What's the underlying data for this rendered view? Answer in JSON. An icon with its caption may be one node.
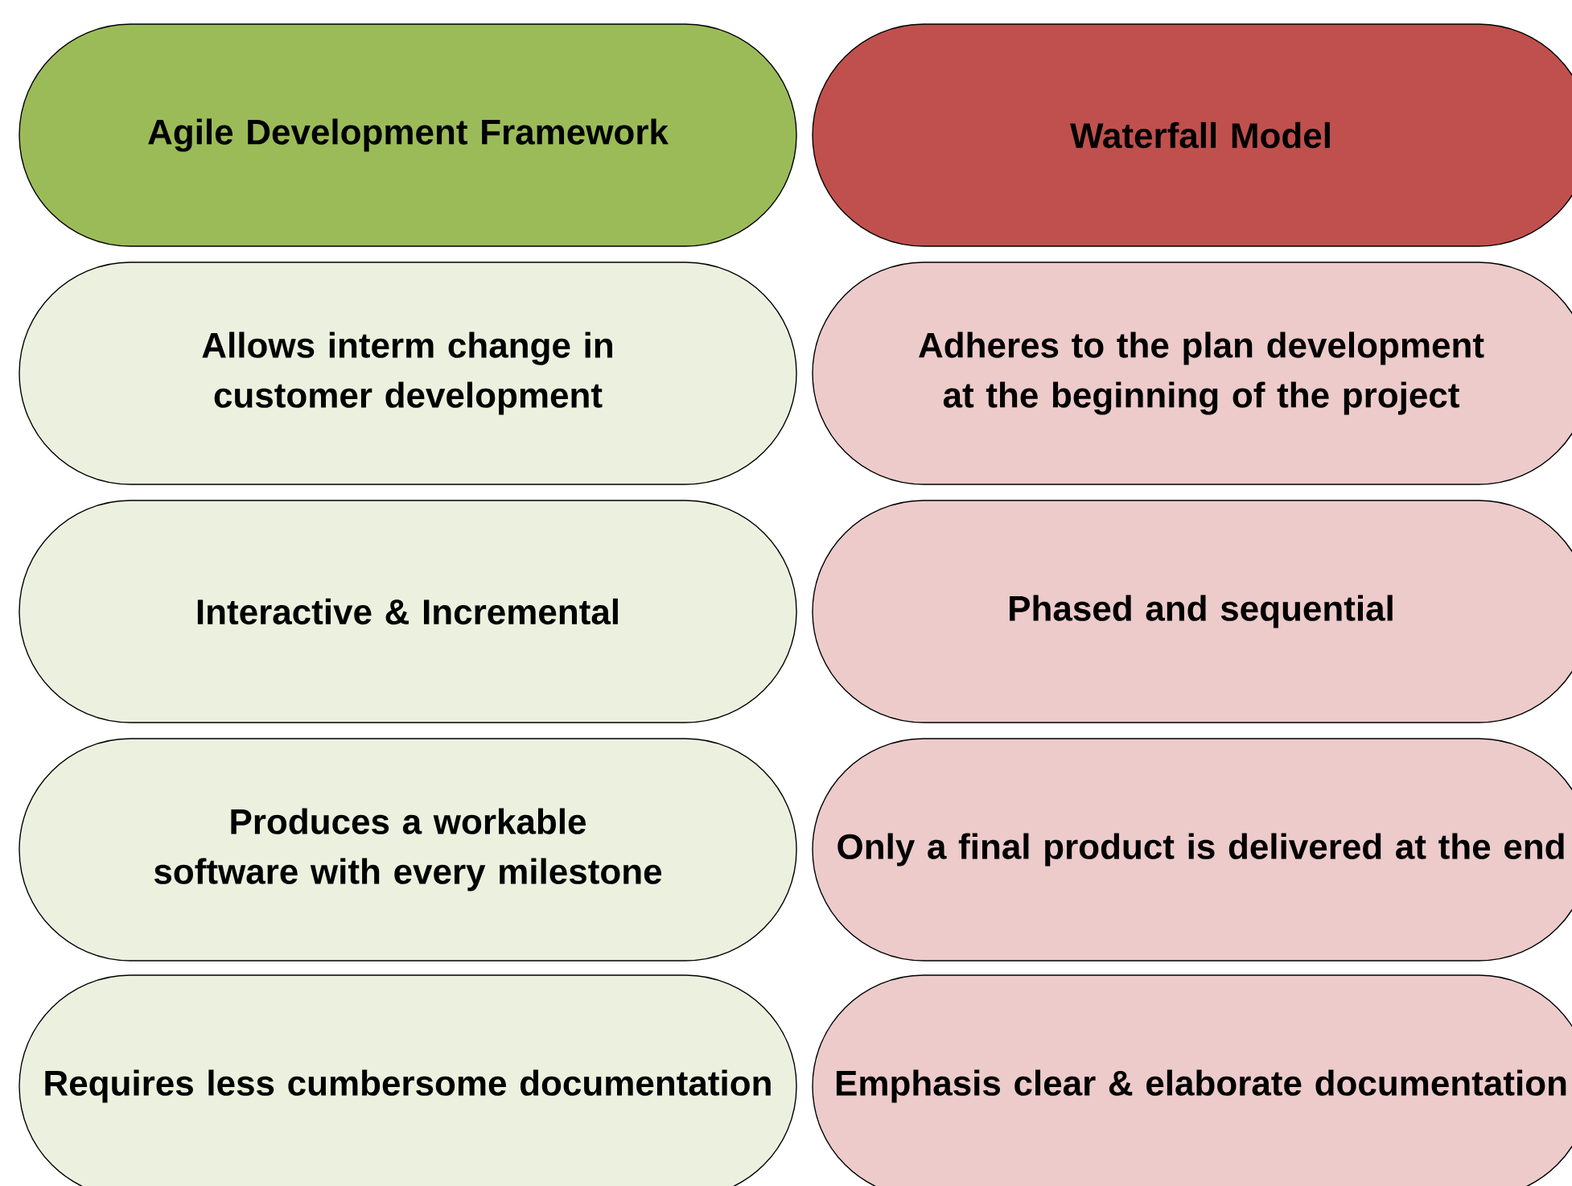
{
  "diagram": {
    "nodes": [
      {
        "text": [
          "Agile Development Framework"
        ]
      },
      {
        "text": [
          "Waterfall Model"
        ]
      },
      {
        "text": [
          "Allows interm change in customer development"
        ]
      },
      {
        "text": [
          "Adheres to the plan development at the beginning of the project"
        ]
      },
      {
        "text": [
          "Interactive & Incremental"
        ]
      },
      {
        "text": [
          "Phased and sequential"
        ]
      },
      {
        "text": [
          "Produces a workable software with every milestone"
        ]
      },
      {
        "text": [
          "Only a final product is delivered at the end"
        ]
      },
      {
        "text": [
          "Requires less cumbersome documentation"
        ]
      },
      {
        "text": [
          "Emphasis clear & elaborate documentation"
        ]
      }
    ]
  }
}
